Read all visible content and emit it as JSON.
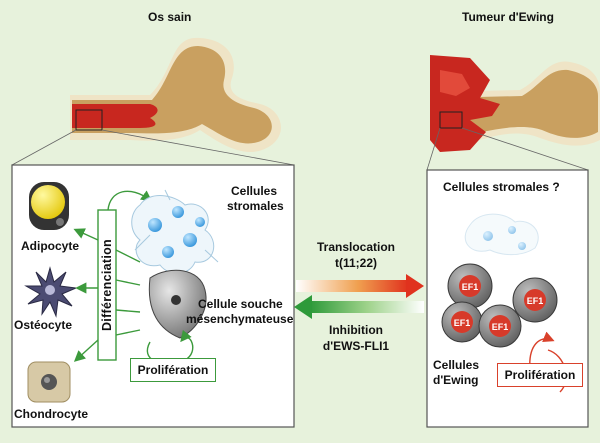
{
  "titles": {
    "left": "Os sain",
    "right": "Tumeur d'Ewing"
  },
  "left_panel": {
    "cell_types": [
      "Adipocyte",
      "Ostéocyte",
      "Chondrocyte"
    ],
    "differentiation": "Différenciation",
    "stromal_cells": [
      "Cellules",
      "stromales"
    ],
    "stem_cell": [
      "Cellule souche",
      "mésenchymateuse"
    ],
    "proliferation": "Prolifération"
  },
  "middle": {
    "translocation": [
      "Translocation",
      "t(11;22)"
    ],
    "inhibition": [
      "Inhibition",
      "d'EWS-FLI1"
    ]
  },
  "right_panel": {
    "stromal_question": "Cellules stromales ?",
    "ewing_cells": [
      "Cellules",
      "d'Ewing"
    ],
    "proliferation": "Prolifération",
    "nucleus_label": "EF1"
  },
  "colors": {
    "background": "#e7f2dc",
    "bone": "#c9a060",
    "marrow_red": "#c8271f",
    "green": "#3c9a3c",
    "red": "#d9412b"
  }
}
